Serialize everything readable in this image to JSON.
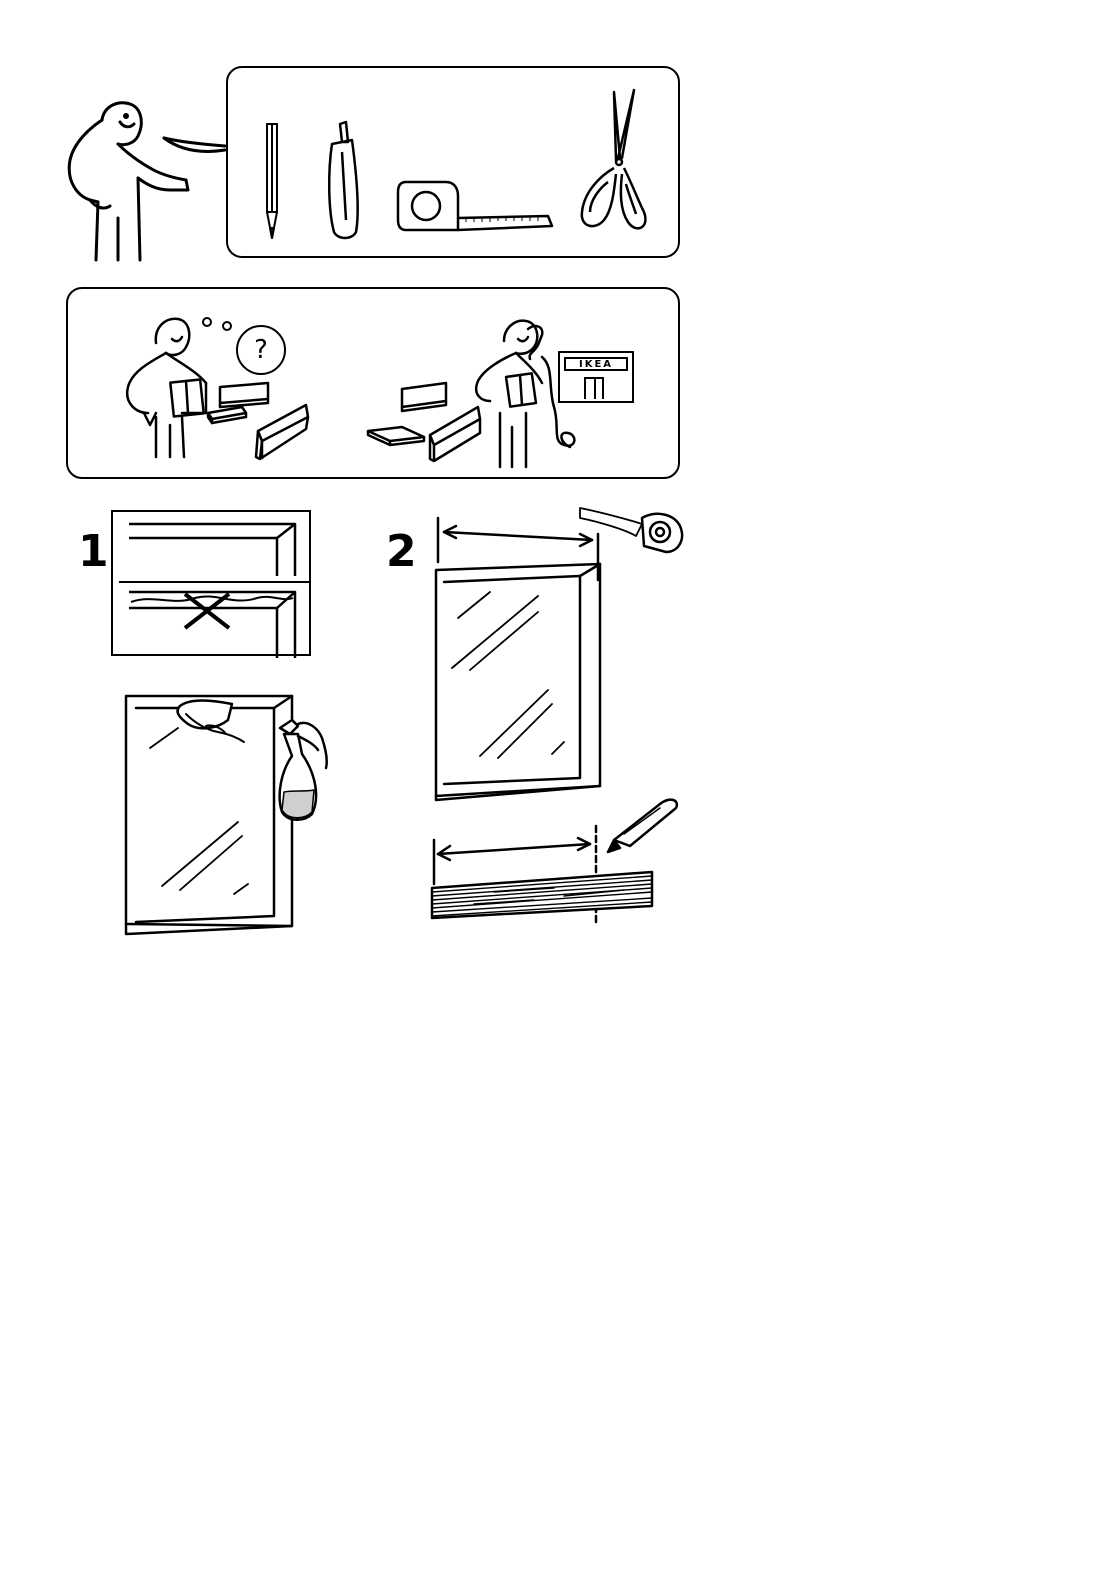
{
  "page": {
    "background": "#ffffff",
    "ink": "#000000"
  },
  "tools_panel": {
    "icons": [
      "pencil-icon",
      "utility-knife-icon",
      "tape-measure-icon",
      "scissors-icon"
    ]
  },
  "help_panel": {
    "question_mark": "?",
    "store_sign": "IKEA"
  },
  "steps": [
    {
      "number": "1"
    },
    {
      "number": "2"
    }
  ]
}
